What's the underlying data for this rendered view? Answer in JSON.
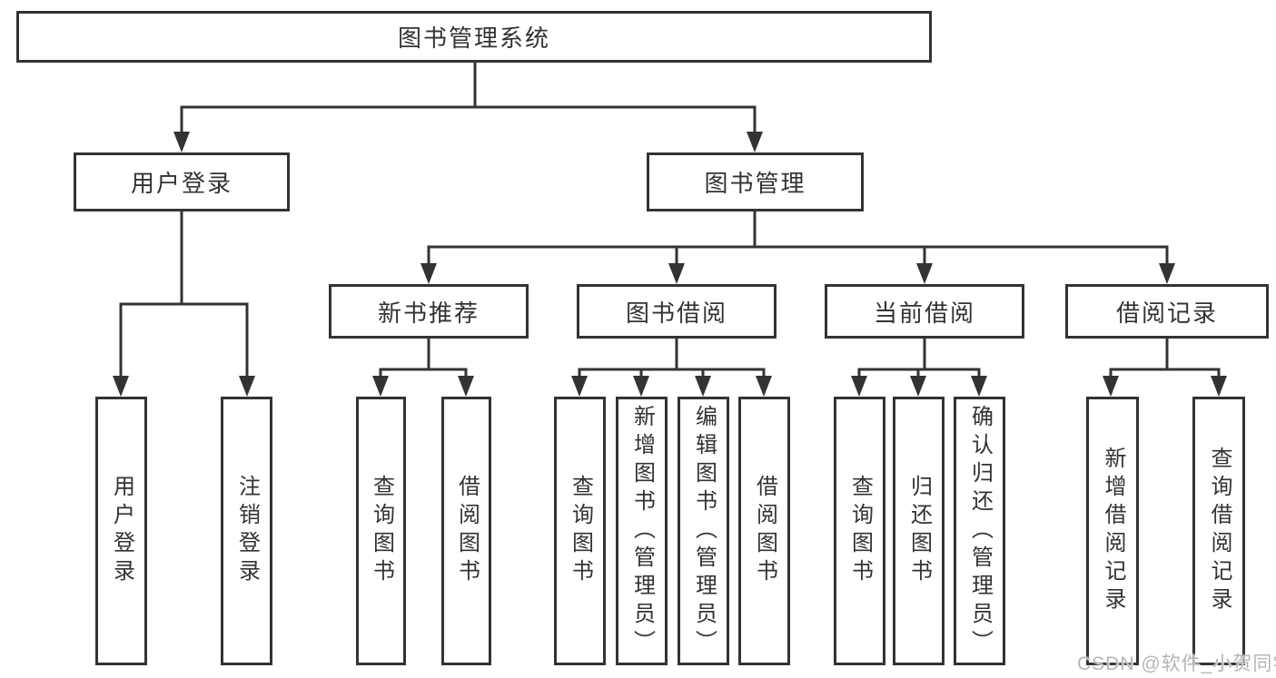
{
  "diagram": {
    "root": "图书管理系统",
    "branches": [
      {
        "label": "用户登录",
        "children": [
          "用户登录",
          "注销登录"
        ]
      },
      {
        "label": "图书管理",
        "groups": [
          {
            "label": "新书推荐",
            "children": [
              "查询图书",
              "借阅图书"
            ]
          },
          {
            "label": "图书借阅",
            "children": [
              "查询图书",
              "新增图书（管理员）",
              "编辑图书（管理员）",
              "借阅图书"
            ]
          },
          {
            "label": "当前借阅",
            "children": [
              "查询图书",
              "归还图书",
              "确认归还（管理员）"
            ]
          },
          {
            "label": "借阅记录",
            "children": [
              "新增借阅记录",
              "查询借阅记录"
            ]
          }
        ]
      }
    ],
    "watermark": "CSDN @软件_小贺同学",
    "colors": {
      "line": "#333333",
      "text": "#333333",
      "watermark": "#b5b5b5",
      "background": "#ffffff"
    }
  }
}
